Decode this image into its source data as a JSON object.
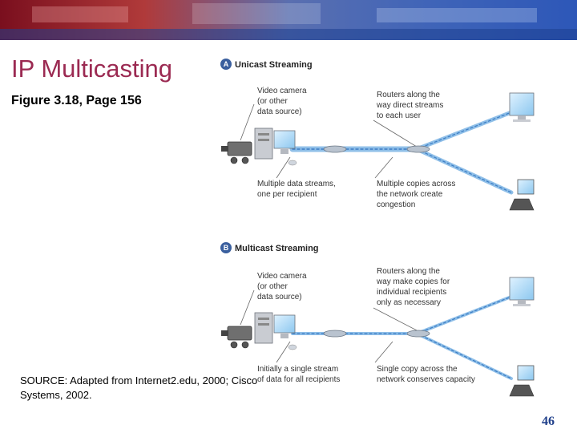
{
  "slide": {
    "title": "IP Multicasting",
    "subtitle": "Figure 3.18, Page 156",
    "source": "SOURCE: Adapted from Internet2.edu, 2000; Cisco Systems, 2002.",
    "page_number": "46"
  },
  "colors": {
    "title": "#9b2a52",
    "page_number": "#1f3f8a",
    "stream": "#8fbfe8",
    "badge": "#3a5f9e"
  },
  "panel_a": {
    "badge": "A",
    "heading": "Unicast Streaming",
    "camera_label": [
      "Video camera",
      "(or other",
      "data source)"
    ],
    "routers_label": [
      "Routers along the",
      "way direct streams",
      "to each user"
    ],
    "streams_label": [
      "Multiple data streams,",
      "one per recipient"
    ],
    "copies_label": [
      "Multiple copies across",
      "the network create",
      "congestion"
    ]
  },
  "panel_b": {
    "badge": "B",
    "heading": "Multicast Streaming",
    "camera_label": [
      "Video camera",
      "(or other",
      "data source)"
    ],
    "routers_label": [
      "Routers along the",
      "way make copies for",
      "individual recipients",
      "only as necessary"
    ],
    "stream_label": [
      "Initially a single stream",
      "of data for all recipients"
    ],
    "copy_label": [
      "Single copy across the",
      "network conserves capacity"
    ]
  }
}
